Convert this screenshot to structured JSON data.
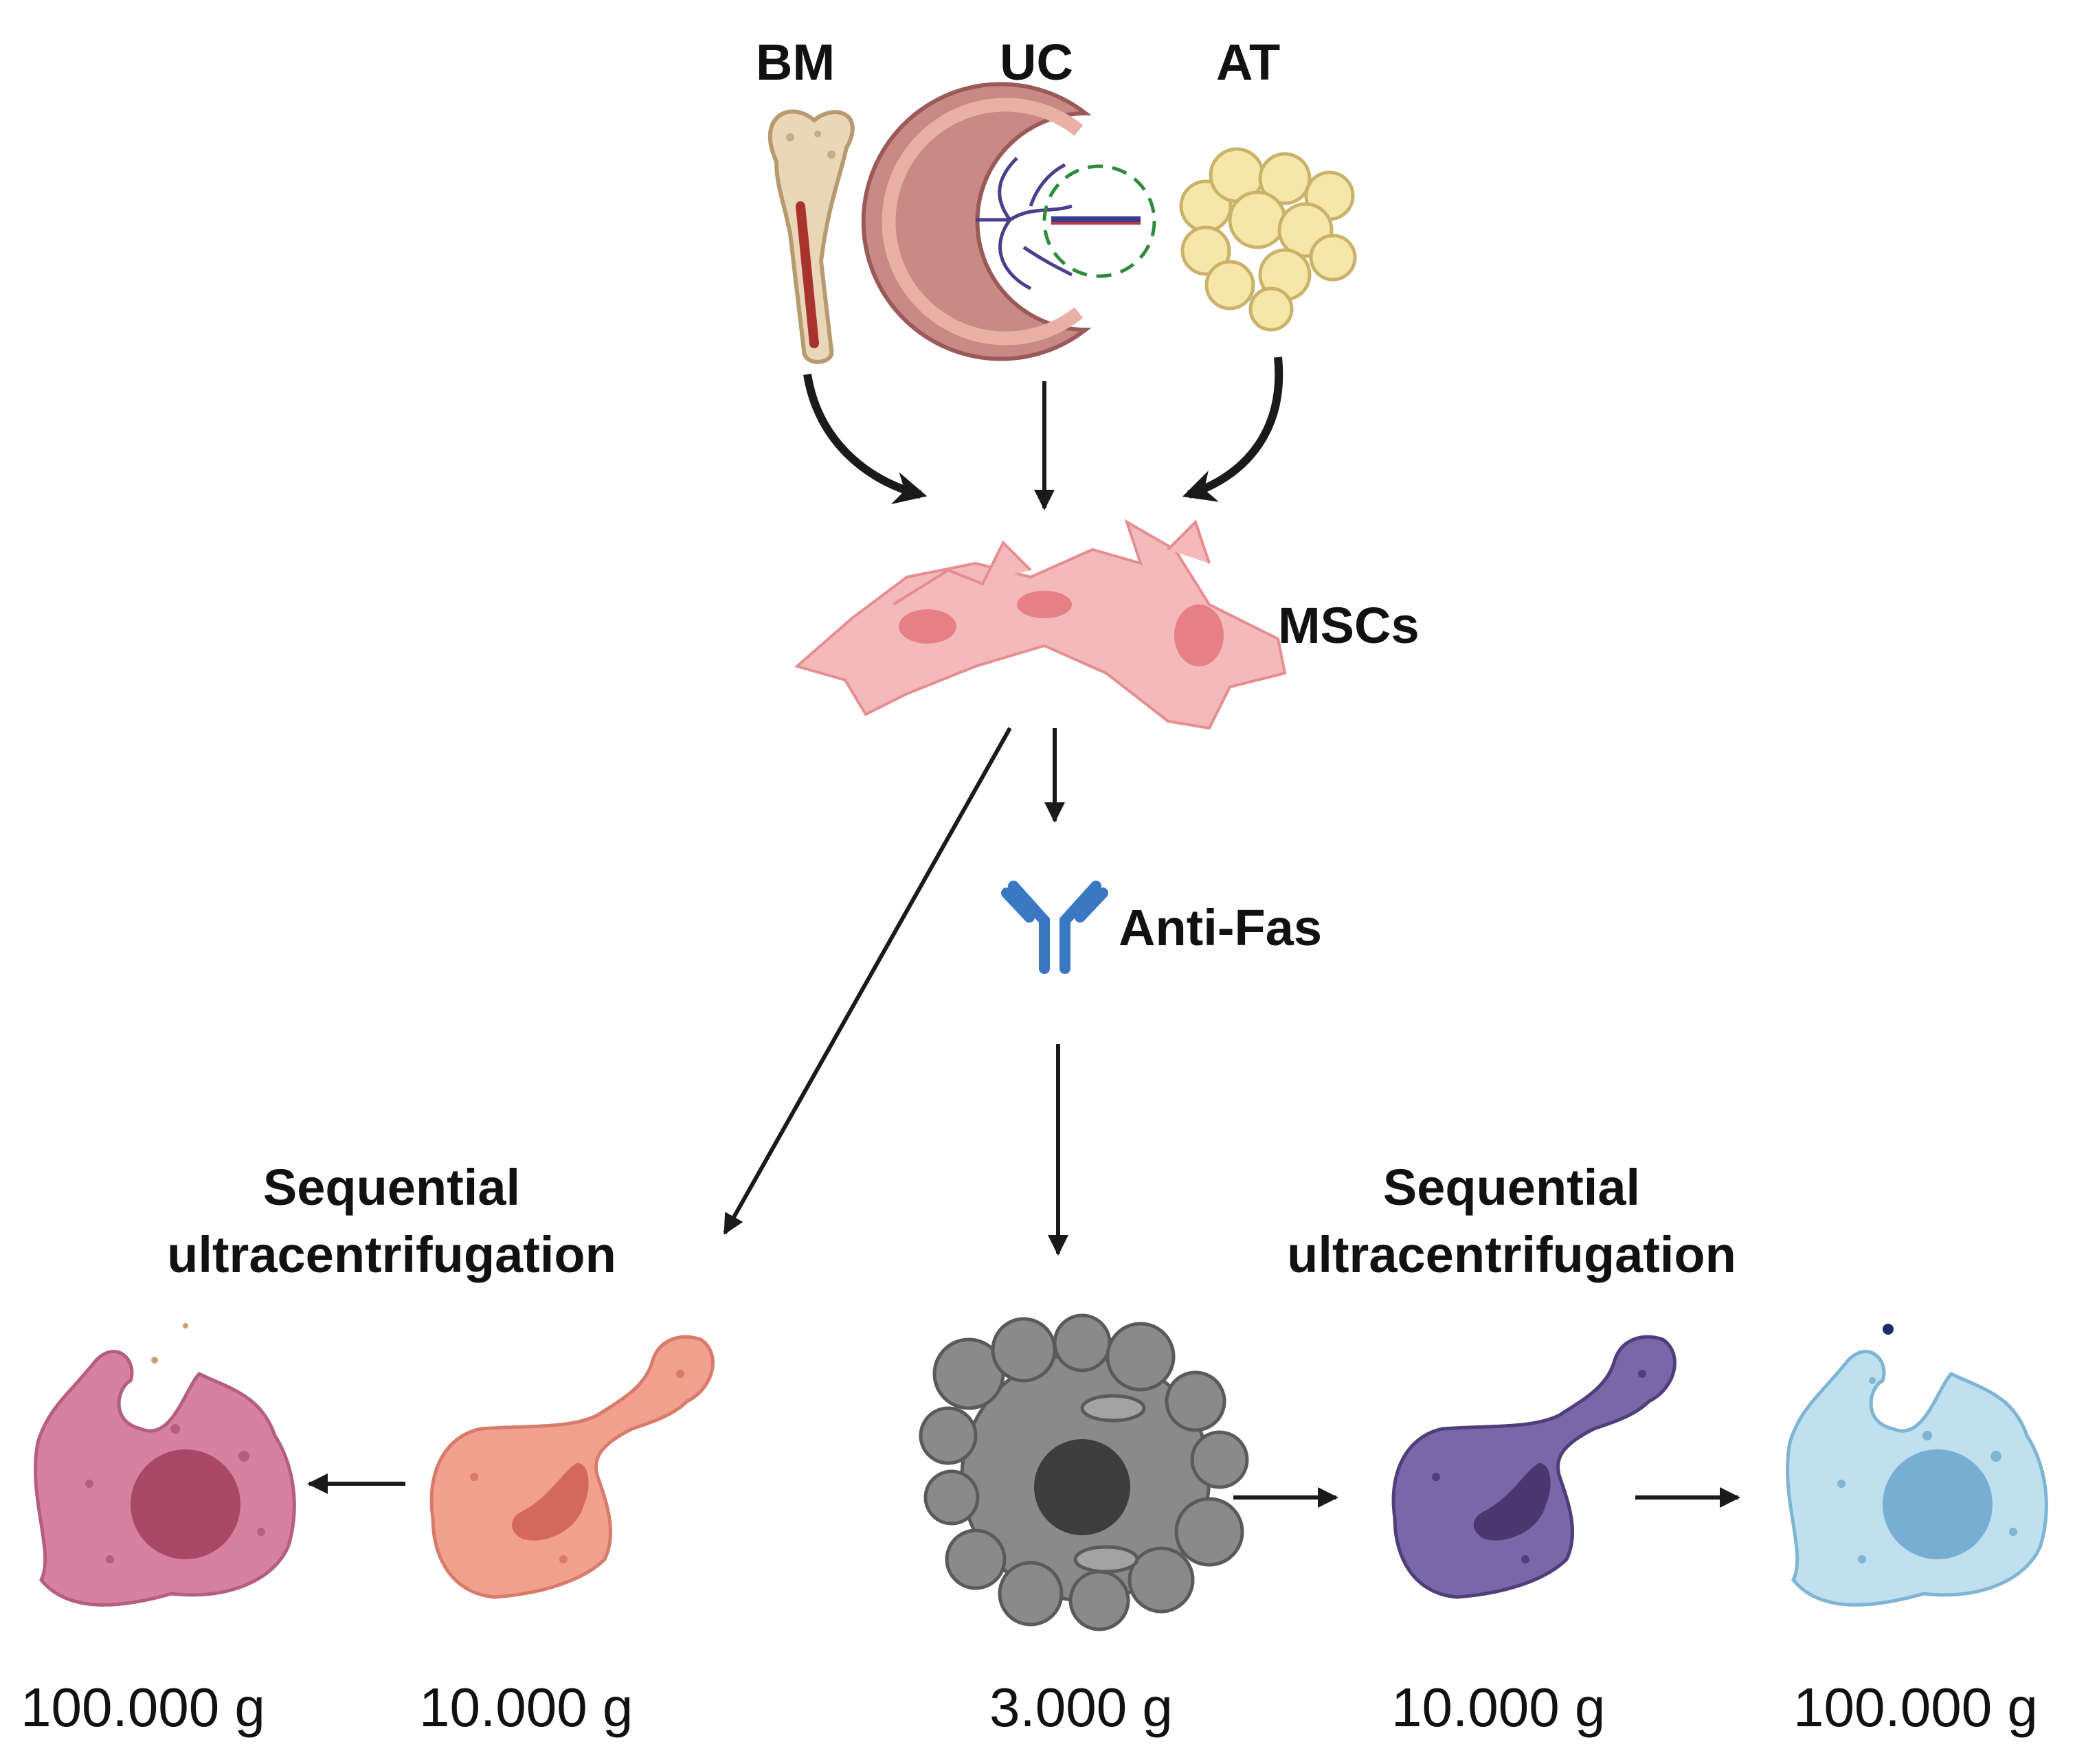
{
  "sources": [
    {
      "label": "BM",
      "icon": "bone-marrow-icon"
    },
    {
      "label": "UC",
      "icon": "umbilical-cord-placenta-icon"
    },
    {
      "label": "AT",
      "icon": "adipose-tissue-icon"
    }
  ],
  "msc": {
    "label": "MSCs",
    "icon": "mesenchymal-stem-cells-icon"
  },
  "antibody": {
    "label": "Anti-Fas",
    "icon": "antibody-icon"
  },
  "left_branch": {
    "title_line1": "Sequential",
    "title_line2": "ultracentrifugation",
    "steps": [
      {
        "label": "10.000 g",
        "icon": "budding-cell-icon"
      },
      {
        "label": "100.000 g",
        "icon": "vesicle-releasing-cell-icon"
      }
    ]
  },
  "right_branch": {
    "title_line1": "Sequential",
    "title_line2": "ultracentrifugation",
    "steps": [
      {
        "label": "3.000 g",
        "icon": "apoptotic-cell-icon"
      },
      {
        "label": "10.000 g",
        "icon": "budding-cell-icon"
      },
      {
        "label": "100.000 g",
        "icon": "vesicle-releasing-cell-icon"
      }
    ]
  },
  "colors": {
    "msc": "#f3b7b8",
    "left_budding": "#f2a190",
    "left_final": "#d8809f",
    "apoptotic": "#8a8a8a",
    "right_budding": "#7a67a8",
    "right_final": "#bfe0ef",
    "antibody": "#3a78c4",
    "arrow": "#1a1a1a"
  }
}
